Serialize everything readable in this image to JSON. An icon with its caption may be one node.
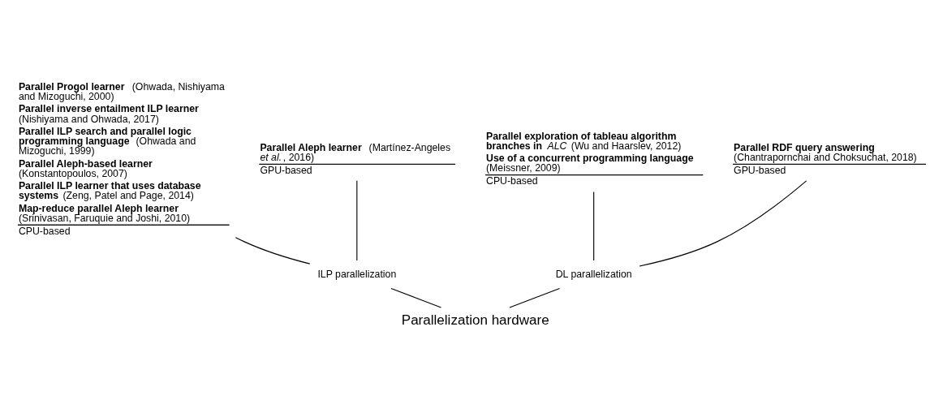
{
  "diagram": {
    "nodes": [
      {
        "text": [
          "CPU-based"
        ],
        "beside": [
          "**Parallel Progol learner** (Ohwada, Nishiyama and Mizoguchi, 2000)",
          "**Parallel inverse entailment ILP learner** (Nishiyama and Ohwada, 2017)",
          "**Parallel ILP search and parallel logic programming language** (Ohwada and Mizoguchi, 1999)",
          "**Parallel Aleph-based learner** (Konstantopoulos, 2007)",
          "**Parallel ILP learner that uses database systems** (Zeng, Patel and Page, 2014)",
          "**Map-reduce parallel Aleph learner** (Srinivasan, Faruquie and Joshi, 2010)"
        ]
      },
      {
        "text": [
          "GPU-based"
        ],
        "beside": [
          "**Parallel Aleph learner** (Martínez-Angeles *et al.*, 2016)"
        ]
      },
      {
        "text": [
          "CPU-based"
        ],
        "beside": [
          "**Parallel exploration of tableau algorithm branches in** *ALC* (Wu and Haarslev, 2012)",
          "**Use of a concurrent programming language** (Meissner, 2009)"
        ]
      },
      {
        "text": [
          "GPU-based"
        ],
        "beside": [
          "**Parallel RDF query answering** (Chantrapornchai and Choksuchat, 2018)"
        ]
      },
      {
        "text": [
          "DL parallelization"
        ]
      },
      {
        "text": [
          "ILP parallelization"
        ]
      },
      {
        "text": [
          "Parallelization hardware"
        ]
      }
    ],
    "edges": [
      {
        "from": 6,
        "to": 5,
        "arrow": "none"
      },
      {
        "from": 6,
        "to": 4,
        "arrow": "none"
      },
      {
        "from": 5,
        "to": 0,
        "arrow": "none"
      },
      {
        "from": 5,
        "to": 1,
        "arrow": "none"
      },
      {
        "from": 4,
        "to": 2,
        "arrow": "none"
      },
      {
        "from": 4,
        "to": 3,
        "arrow": "none"
      }
    ]
  }
}
